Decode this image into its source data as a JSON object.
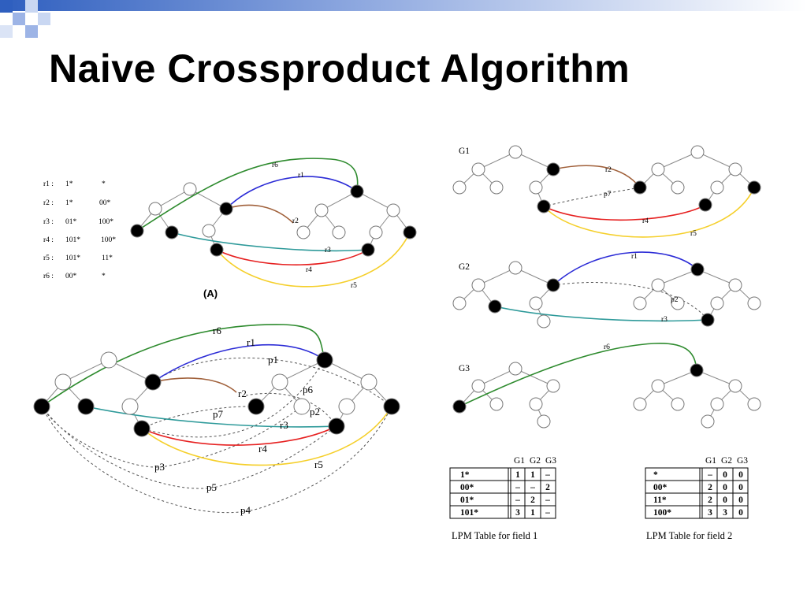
{
  "slide": {
    "title": "Naive Crossproduct Algorithm"
  },
  "rules": {
    "rows": [
      {
        "name": "r1 :",
        "f1": "1*",
        "f2": "*"
      },
      {
        "name": "r2 :",
        "f1": "1*",
        "f2": "00*"
      },
      {
        "name": "r3 :",
        "f1": "01*",
        "f2": "100*"
      },
      {
        "name": "r4 :",
        "f1": "101*",
        "f2": "100*"
      },
      {
        "name": "r5 :",
        "f1": "101*",
        "f2": "11*"
      },
      {
        "name": "r6 :",
        "f1": "00*",
        "f2": "*"
      }
    ]
  },
  "diagram_a": {
    "caption": "(A)",
    "labels": {
      "r1": "r1",
      "r2": "r2",
      "r3": "r3",
      "r4": "r4",
      "r5": "r5",
      "r6": "r6"
    }
  },
  "diagram_b": {
    "labels": {
      "r1": "r1",
      "r2": "r2",
      "r3": "r3",
      "r4": "r4",
      "r5": "r5",
      "r6": "r6",
      "p1": "p1",
      "p2": "p2",
      "p3": "p3",
      "p4": "p4",
      "p5": "p5",
      "p6": "p6",
      "p7": "p7"
    }
  },
  "groups": {
    "g1": {
      "title": "G1",
      "labels": {
        "r2": "r2",
        "p7": "p7",
        "r4": "r4",
        "r5": "r5"
      }
    },
    "g2": {
      "title": "G2",
      "labels": {
        "r1": "r1",
        "p2": "p2",
        "r3": "r3"
      }
    },
    "g3": {
      "title": "G3",
      "labels": {
        "r6": "r6"
      }
    }
  },
  "lpm_table_1": {
    "headers": [
      "G1",
      "G2",
      "G3"
    ],
    "rows": [
      {
        "prefix": "1*",
        "v": [
          "1",
          "1",
          "–"
        ]
      },
      {
        "prefix": "00*",
        "v": [
          "–",
          "–",
          "2"
        ]
      },
      {
        "prefix": "01*",
        "v": [
          "–",
          "2",
          "–"
        ]
      },
      {
        "prefix": "101*",
        "v": [
          "3",
          "1",
          "–"
        ]
      }
    ],
    "caption": "LPM Table for field 1"
  },
  "lpm_table_2": {
    "headers": [
      "G1",
      "G2",
      "G3"
    ],
    "rows": [
      {
        "prefix": "*",
        "v": [
          "–",
          "0",
          "0"
        ]
      },
      {
        "prefix": "00*",
        "v": [
          "2",
          "0",
          "0"
        ]
      },
      {
        "prefix": "11*",
        "v": [
          "2",
          "0",
          "0"
        ]
      },
      {
        "prefix": "100*",
        "v": [
          "3",
          "3",
          "0"
        ]
      }
    ],
    "caption": "LPM Table for field 2"
  },
  "colors": {
    "header_dark": "#2f5fbf",
    "header_light": "#9db4e6",
    "header_fade": "#ffffff",
    "r1": "#2b2bd6",
    "r2": "#a0603a",
    "r3": "#2e9a9a",
    "r4": "#e62020",
    "r5": "#f5cf2a",
    "r6": "#2e8b2e",
    "node_filled": "#000000",
    "node_empty": "#ffffff",
    "tree": "#8a8a8a",
    "dashed": "#555555"
  }
}
